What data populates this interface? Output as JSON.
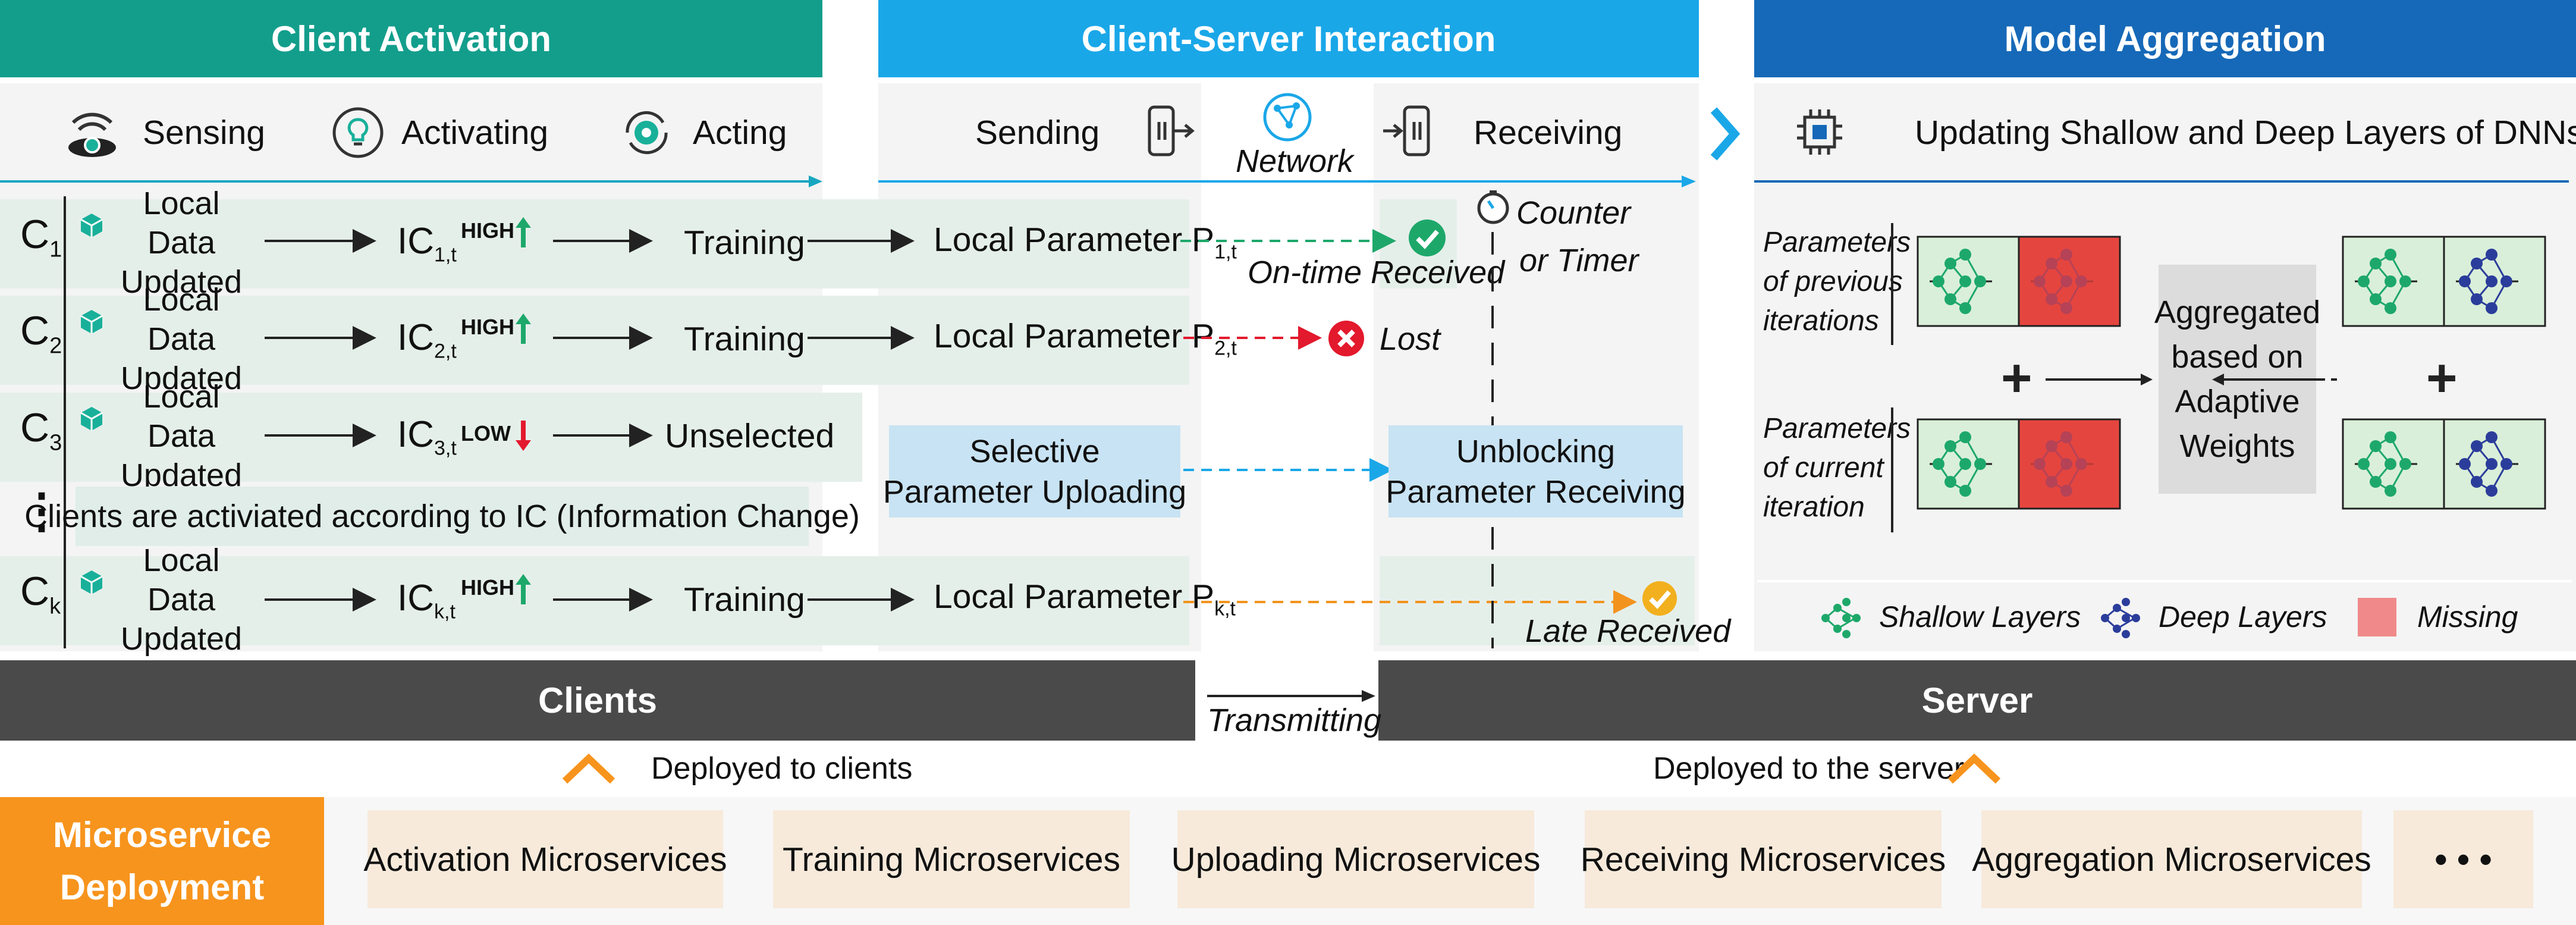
{
  "headers": {
    "activation": "Client Activation",
    "interaction": "Client-Server Interaction",
    "aggregation": "Model Aggregation"
  },
  "colors": {
    "activation": "#139e8c",
    "interaction": "#1aa7e8",
    "aggregation": "#1669b8",
    "clients_bar": "#4a4a4a",
    "microservice": "#f7941d",
    "ms_box": "#f7eadb"
  },
  "phases": {
    "sensing": "Sensing",
    "activating": "Activating",
    "acting": "Acting",
    "sending": "Sending",
    "network": "Network",
    "receiving": "Receiving",
    "updating": "Updating Shallow and Deep Layers of DNNs"
  },
  "clients": [
    {
      "id": "C",
      "sub": "1",
      "data": [
        "Local Data",
        "Updated"
      ],
      "ic": "IC",
      "ic_sub": "1,t",
      "level": "HIGH",
      "direction": "up",
      "action": "Training",
      "param": "Local Parameter P",
      "param_sub": "1,t",
      "result": "On-time Received",
      "result_icon": "check-icon"
    },
    {
      "id": "C",
      "sub": "2",
      "data": [
        "Local Data",
        "Updated"
      ],
      "ic": "IC",
      "ic_sub": "2,t",
      "level": "HIGH",
      "direction": "up",
      "action": "Training",
      "param": "Local Parameter P",
      "param_sub": "2,t",
      "result": "Lost",
      "result_icon": "x-icon"
    },
    {
      "id": "C",
      "sub": "3",
      "data": [
        "Local Data",
        "Updated"
      ],
      "ic": "IC",
      "ic_sub": "3,t",
      "level": "LOW",
      "direction": "down",
      "action": "Unselected"
    },
    {
      "id": "C",
      "sub": "k",
      "data": [
        "Local Data",
        "Updated"
      ],
      "ic": "IC",
      "ic_sub": "k,t",
      "level": "HIGH",
      "direction": "up",
      "action": "Training",
      "param": "Local Parameter P",
      "param_sub": "k,t",
      "result": "Late Received",
      "result_icon": "check-icon"
    }
  ],
  "vdots": "⋮",
  "ic_note": "Clients are activiated according to IC (Information Change)",
  "selective": [
    "Selective",
    "Parameter Uploading"
  ],
  "unblocking": [
    "Unblocking",
    "Parameter Receiving"
  ],
  "counter": [
    "Counter",
    "or Timer"
  ],
  "aggregation": {
    "prev": [
      "Parameters",
      "of previous",
      "iterations"
    ],
    "curr": [
      "Parameters",
      "of current",
      "iteration"
    ],
    "aggregated": [
      "Aggregated",
      "based on",
      "Adaptive",
      "Weights"
    ],
    "plus": "+",
    "legend": {
      "shallow": "Shallow Layers",
      "deep": "Deep Layers",
      "missing": "Missing"
    }
  },
  "bars": {
    "clients": "Clients",
    "transmitting": "Transmitting",
    "server": "Server"
  },
  "deployed": {
    "clients": "Deployed to clients",
    "server": "Deployed to the server"
  },
  "microservice": {
    "title": [
      "Microservice",
      "Deployment"
    ],
    "items": [
      "Activation Microservices",
      "Training Microservices",
      "Uploading Microservices",
      "Receiving Microservices",
      "Aggregation Microservices"
    ],
    "more": "• • •"
  }
}
